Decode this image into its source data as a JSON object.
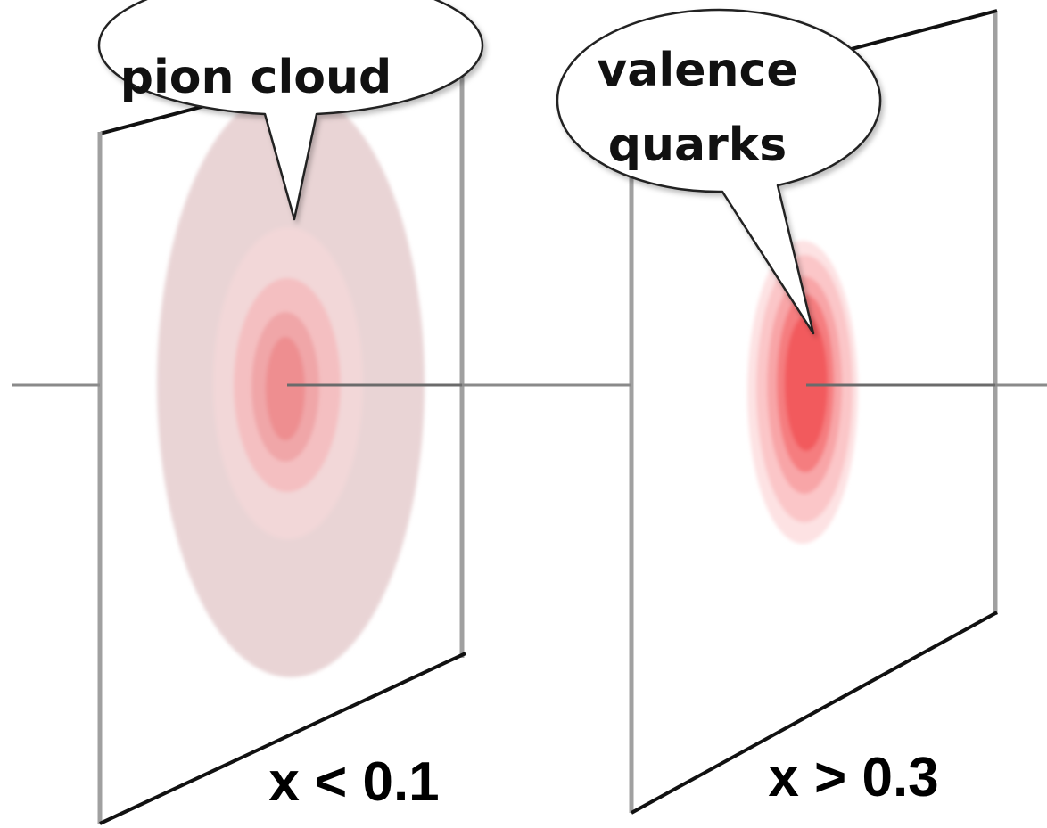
{
  "diagram": {
    "planes": [
      {
        "id": "low-x",
        "label": "x < 0.1",
        "callout": [
          "pion cloud"
        ],
        "distribution": {
          "rings": [
            "#e9d4d5",
            "#f2d7d8",
            "#f4bfc1",
            "#f0a6a8",
            "#ee8e90"
          ]
        }
      },
      {
        "id": "high-x",
        "label": "x > 0.3",
        "callout": [
          "valence",
          "quarks"
        ],
        "distribution": {
          "rings": [
            "#fde2e3",
            "#fbc6c8",
            "#f8a5a7",
            "#f57d7f",
            "#f25a5d"
          ]
        }
      }
    ],
    "colors": {
      "frame": "#a0a0a0",
      "frame_bottom": "#111111",
      "axis": "#8a8a8a",
      "callout_fill": "#ffffff",
      "callout_stroke": "#222222"
    }
  }
}
